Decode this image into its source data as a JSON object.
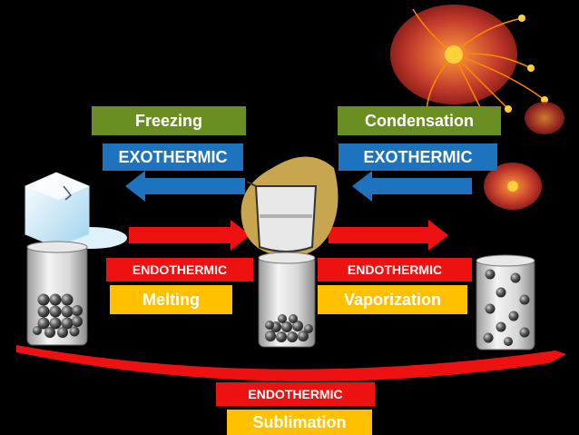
{
  "labels": {
    "freezing": "Freezing",
    "condensation": "Condensation",
    "exothermic_left": "EXOTHERMIC",
    "exothermic_right": "EXOTHERMIC",
    "endothermic_left": "ENDOTHERMIC",
    "endothermic_right": "ENDOTHERMIC",
    "endothermic_bottom": "ENDOTHERMIC",
    "melting": "Melting",
    "vaporization": "Vaporization",
    "sublimation": "Sublimation"
  },
  "colors": {
    "background": "#000000",
    "green": "#6b8e23",
    "blue": "#1e73be",
    "red": "#ee1111",
    "orange": "#ffc000"
  },
  "icons": [
    "ice-cube-icon",
    "beaker-solid-icon",
    "beaker-liquid-icon",
    "beaker-gas-icon",
    "flower-icon"
  ]
}
